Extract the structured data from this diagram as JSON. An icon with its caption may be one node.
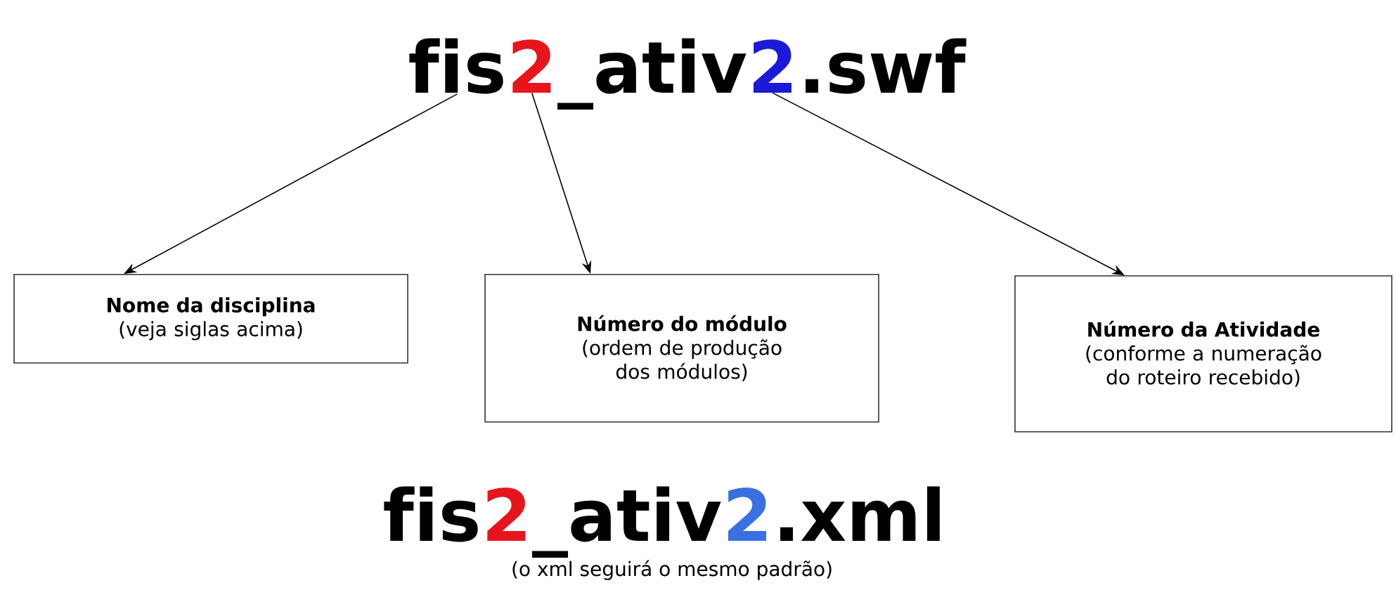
{
  "diagram": {
    "nodes": [
      {
        "text": [
          "fis"
        ]
      },
      {
        "text": [
          "2"
        ]
      },
      {
        "text": [
          "_ativ"
        ]
      },
      {
        "text": [
          "2"
        ]
      },
      {
        "text": [
          ".swf"
        ]
      },
      {
        "text": [
          "Nome da disciplina",
          "(veja siglas acima)"
        ]
      },
      {
        "text": [
          "Número do módulo",
          "(ordem de produção dos módulos)"
        ]
      },
      {
        "text": [
          "Número da Atividade",
          "(conforme a numeração do roteiro recebido)"
        ]
      }
    ],
    "edges": [
      {
        "from": 0,
        "to": 5,
        "arrow": "to"
      },
      {
        "from": 1,
        "to": 6,
        "arrow": "to"
      },
      {
        "from": 3,
        "to": 7,
        "arrow": "to"
      }
    ],
    "labels": [
      "fis",
      "2",
      "_ativ",
      "2",
      ".xml",
      "(o xml seguirá o mesmo padrão)"
    ]
  }
}
